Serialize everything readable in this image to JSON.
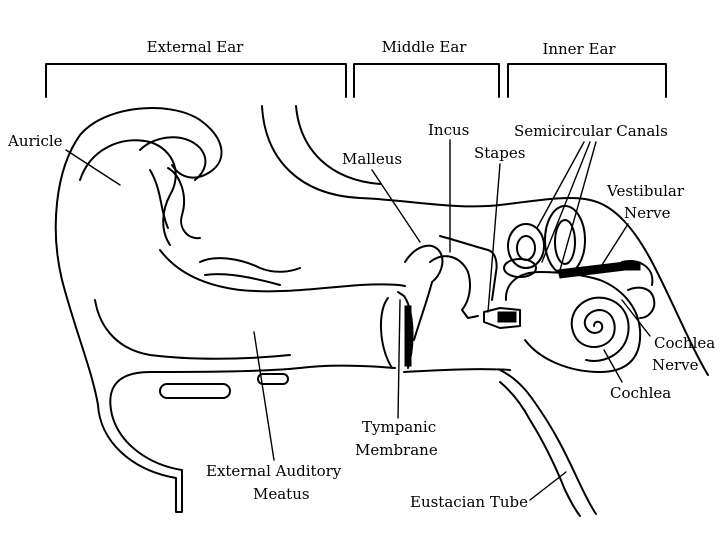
{
  "sections": {
    "external": "External Ear",
    "middle": "Middle Ear",
    "inner": "Inner Ear"
  },
  "labels": {
    "auricle": "Auricle",
    "malleus": "Malleus",
    "incus": "Incus",
    "stapes": "Stapes",
    "semicircular_canals": "Semicircular Canals",
    "vestibular_nerve_1": "Vestibular",
    "vestibular_nerve_2": "Nerve",
    "cochlea_nerve_1": "Cochlea",
    "cochlea_nerve_2": "Nerve",
    "cochlea": "Cochlea",
    "tympanic_membrane_1": "Tympanic",
    "tympanic_membrane_2": "Membrane",
    "external_auditory_meatus_1": "External Auditory",
    "external_auditory_meatus_2": "Meatus",
    "eustacian_tube": "Eustacian Tube"
  }
}
